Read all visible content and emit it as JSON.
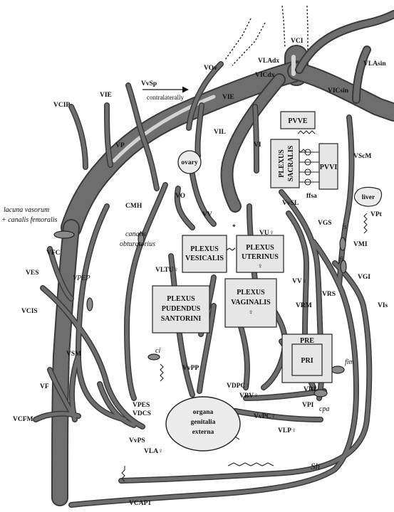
{
  "vessel_labels": {
    "vci": "VCI",
    "vladx": "VLAdx",
    "vlasin": "VLAsin",
    "vicdx": "VICdx",
    "vicsin": "VICsin",
    "vov": "VOv",
    "vie_left": "VIE",
    "vie_mid": "VIE",
    "vsp": "VvSp",
    "contralaterally": "contralaterally",
    "vcip": "VCIP",
    "vp": "VP",
    "vil": "VIL",
    "vi": "VI",
    "vscm": "VScM",
    "vo": "VO",
    "cmh": "CMH",
    "vv": "VV",
    "vu": "VU♀",
    "vsl": "VvSL",
    "vgs": "VGS",
    "vpt": "VPt",
    "vmi": "VMI",
    "vfc": "VFC",
    "ves": "VES",
    "vpep": "VPEP",
    "vcis": "VCIS",
    "vltu": "VLTU♀",
    "vvq": "VV♀",
    "vgi": "VGI",
    "vis": "VIs",
    "vrm": "VRM",
    "vrs": "VRS",
    "vsm": "VSM",
    "vf": "VF",
    "vvpp": "VvPP",
    "vdpc": "VDPC♀",
    "vbv": "VBV♀",
    "vri": "VRI",
    "vpi": "VPI",
    "vpes": "VPES",
    "vdcs": "VDCS",
    "vvpc": "VvPC♀",
    "vcfm": "VCFM",
    "vvps": "VvPS",
    "vla": "VLA♀",
    "vlp": "VLP♀",
    "vcap1": "VCAP1",
    "star": "*"
  },
  "anatomy_labels": {
    "lacuna_line1": "lacuna vasorum",
    "lacuna_line2": "+ canalis femoralis",
    "canalis_line1": "canalis",
    "canalis_line2": "obturatorius",
    "fs": "fs",
    "fi": "fi",
    "fim": "fim",
    "ci": "ci",
    "cpa": "cpa",
    "ffsa": "ffsa"
  },
  "organs": {
    "ovary": "ovary",
    "liver": "liver",
    "organa_line1": "organa",
    "organa_line2": "genitalia",
    "organa_line3": "externa"
  },
  "plexus_boxes": {
    "pvve": "PVVE",
    "pvvi": "PVVI",
    "sacralis_line1": "PLEXUS",
    "sacralis_line2": "SACRALIS",
    "vesicalis_line1": "PLEXUS",
    "vesicalis_line2": "VESICALIS",
    "uterinus_line1": "PLEXUS",
    "uterinus_line2": "UTERINUS",
    "uterinus_line3": "♀",
    "pudendus_line1": "PLEXUS",
    "pudendus_line2": "PUDENDUS",
    "pudendus_line3": "SANTORINI",
    "vaginalis_line1": "PLEXUS",
    "vaginalis_line2": "VAGINALIS",
    "vaginalis_line3": "♀",
    "pre": "PRE",
    "pri": "PRI"
  },
  "signature": "Sh"
}
